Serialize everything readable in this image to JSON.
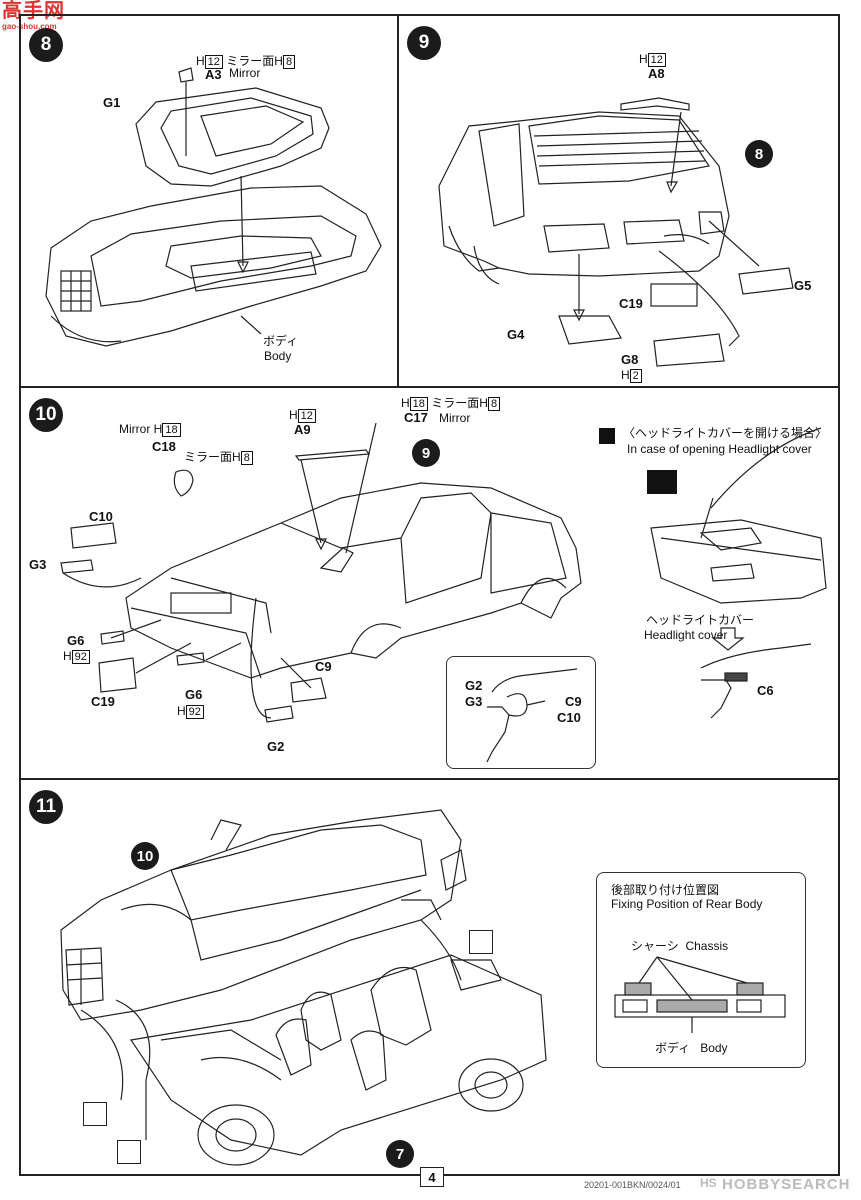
{
  "watermark_top": {
    "main": "高手网",
    "sub": "gao-shou.com"
  },
  "watermark_bottom": {
    "brand": "HOBBYSEARCH",
    "mark": "HS"
  },
  "page_number": "4",
  "footer_code": "20201-001BKN/0024/01",
  "step8": {
    "number": "8",
    "labels": {
      "h12": "12",
      "h_letter": "H",
      "mirror_jp": "ミラー面",
      "h8": "8",
      "a3": "A3",
      "mirror_en": "Mirror",
      "g1": "G1",
      "body_jp": "ボディ",
      "body_en": "Body"
    }
  },
  "step9": {
    "number": "9",
    "labels": {
      "h_letter": "H",
      "h12": "12",
      "a8": "A8",
      "ref8": "8",
      "g5": "G5",
      "c19": "C19",
      "g4": "G4",
      "g8": "G8",
      "h2": "2"
    }
  },
  "step10": {
    "number": "10",
    "labels": {
      "mirror_left": "Mirror",
      "h_letter": "H",
      "h18": "18",
      "c18": "C18",
      "mirror_jp": "ミラー面",
      "h8": "8",
      "h12": "12",
      "a9": "A9",
      "c17": "C17",
      "mirror_en": "Mirror",
      "ref9": "9",
      "c10": "C10",
      "g3": "G3",
      "g6": "G6",
      "h92": "92",
      "c19": "C19",
      "c9": "C9",
      "g2": "G2",
      "inset_g2": "G2",
      "inset_g3": "G3",
      "inset_c9": "C9",
      "inset_c10": "C10",
      "option_title_jp": "〈ヘッドライトカバーを開ける場合〉",
      "option_title_en": "In case of opening Headlight cover",
      "cover_jp": "ヘッドライトカバー",
      "cover_en": "Headlight cover",
      "c6": "C6"
    }
  },
  "step11": {
    "number": "11",
    "labels": {
      "ref10": "10",
      "ref7": "7",
      "fix_title_jp": "後部取り付け位置図",
      "fix_title_en": "Fixing Position of Rear Body",
      "chassis_jp": "シャーシ",
      "chassis_en": "Chassis",
      "body_jp": "ボディ",
      "body_en": "Body"
    }
  }
}
